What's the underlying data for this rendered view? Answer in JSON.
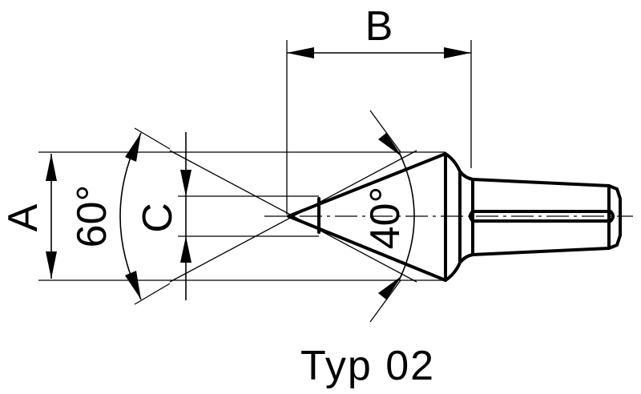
{
  "dimensions": {
    "a": "A",
    "b": "B",
    "c": "C",
    "cone_angle": "60°",
    "tip_angle": "40°"
  },
  "caption": "Typ 02"
}
